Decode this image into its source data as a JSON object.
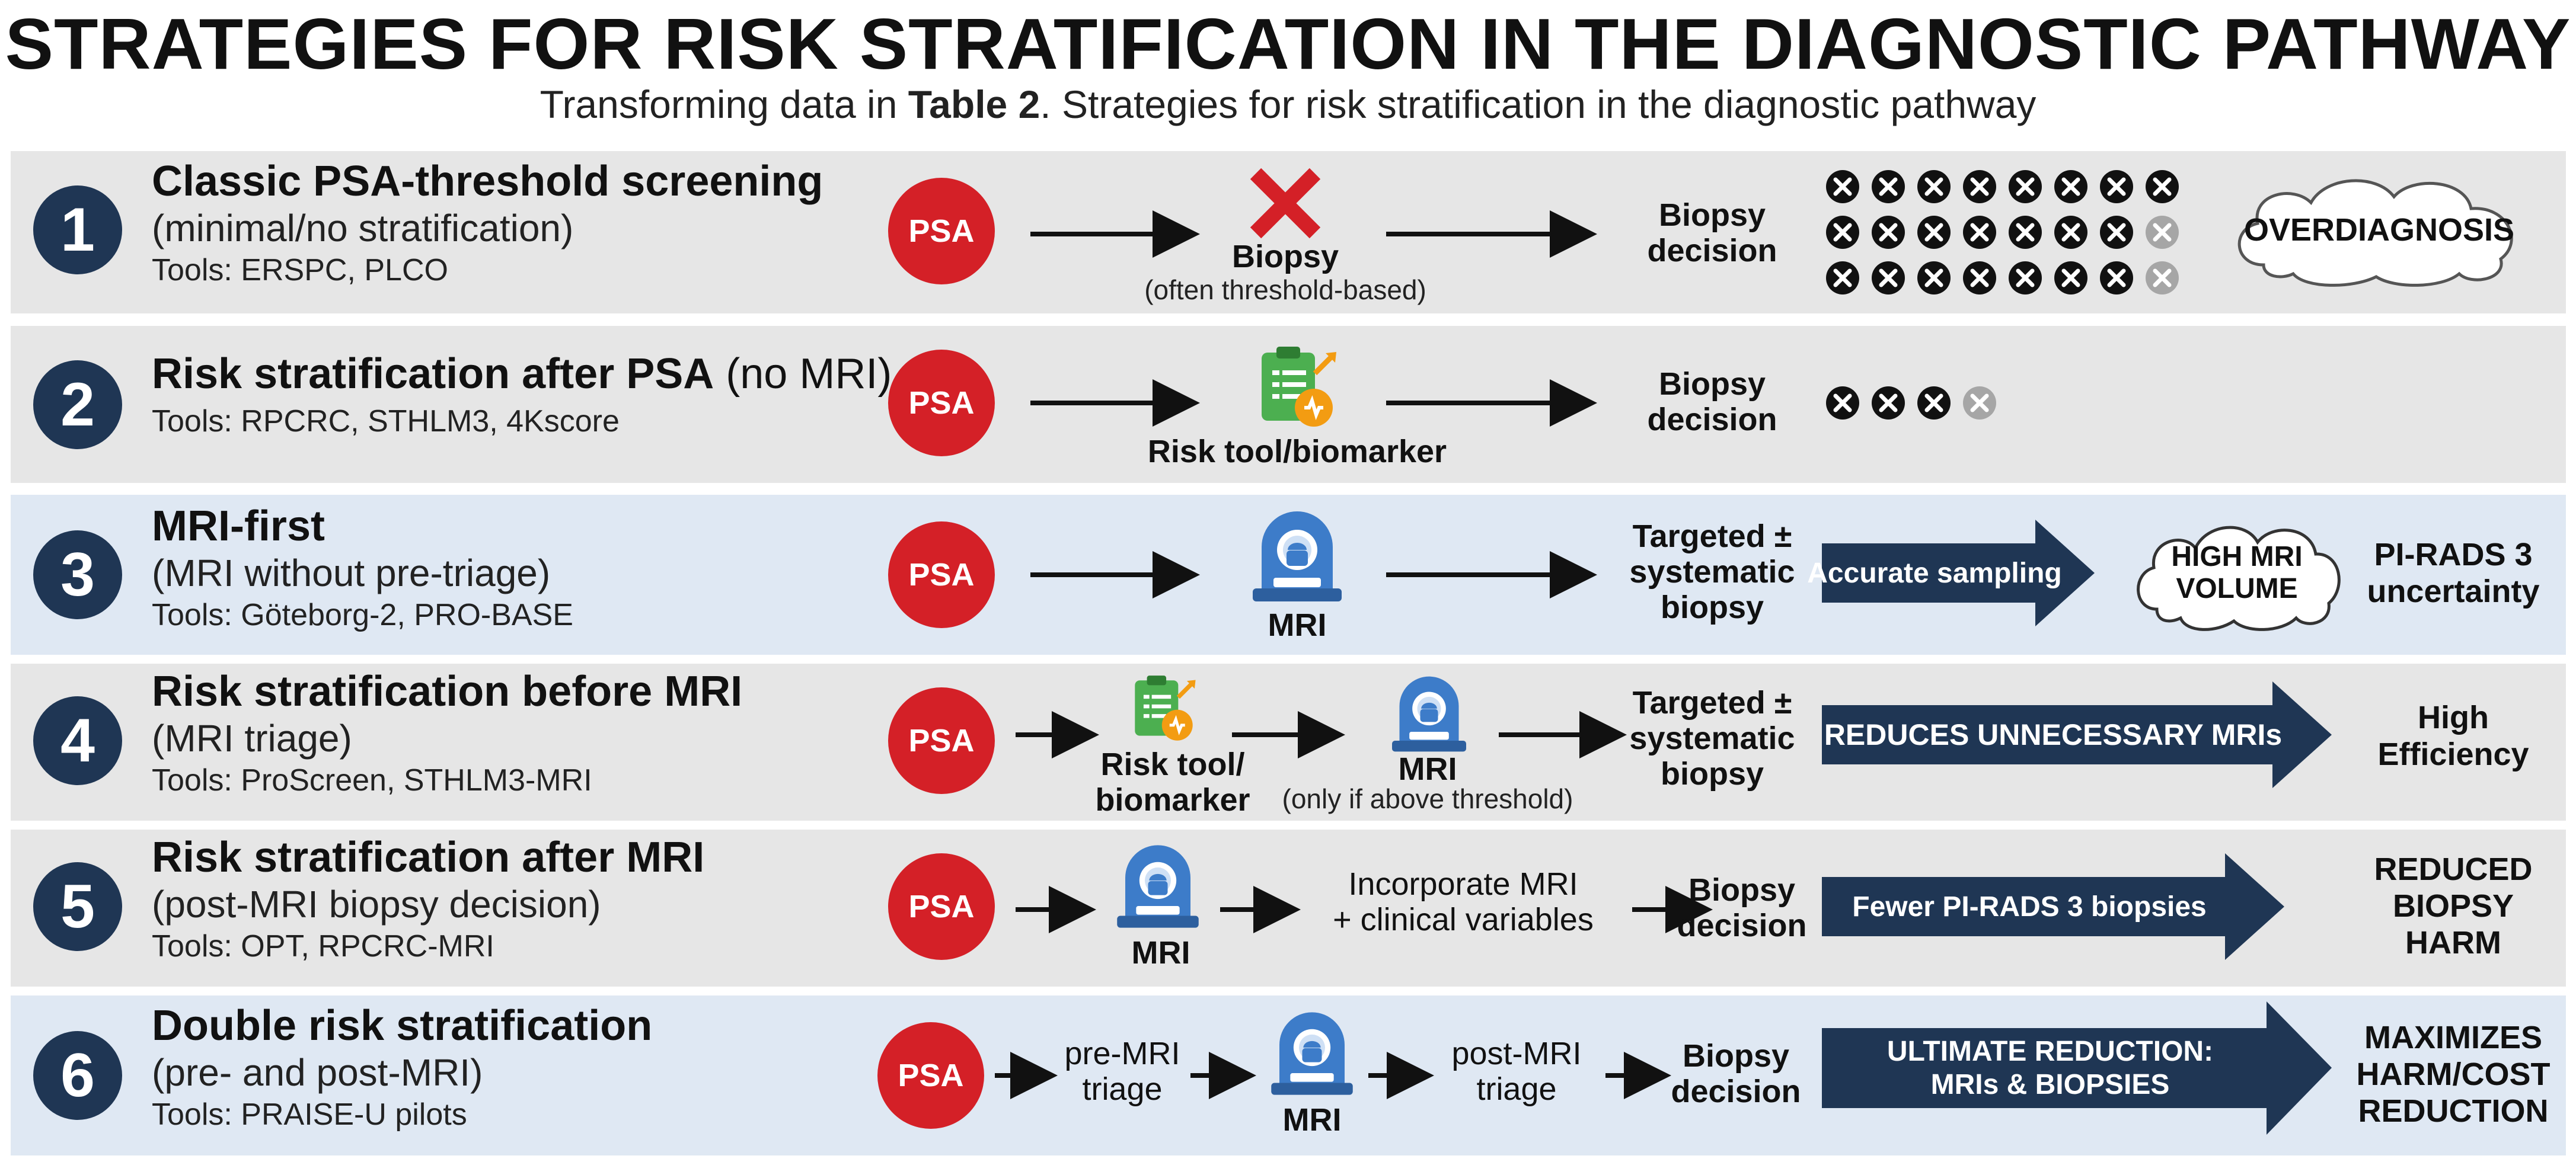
{
  "title": "STRATEGIES FOR RISK STRATIFICATION IN THE DIAGNOSTIC PATHWAY",
  "subtitle_prefix": "Transforming data in ",
  "subtitle_bold": "Table 2",
  "subtitle_suffix": ". Strategies for risk stratification in the diagnostic pathway",
  "colors": {
    "navy": "#1f3654",
    "psa_red": "#d42027",
    "row_gray": "#e6e6e6",
    "row_blue": "#dfe8f3",
    "mri_blue": "#3d7cc9",
    "tool_green": "#4caf50",
    "tool_orange": "#f39c12"
  },
  "psa_label": "PSA",
  "rows": [
    {
      "number": "1",
      "title": "Classic PSA-threshold screening",
      "subtitle": "(minimal/no stratification)",
      "tools": "Tools: ERSPC, PLCO",
      "step_label": "Biopsy",
      "step_sub": "(often threshold-based)",
      "decision": [
        "Biopsy",
        "decision"
      ],
      "outcome": "OVERDIAGNOSIS",
      "icon": "red-x-icon",
      "biopsy_marks": {
        "dark": 22,
        "light": 2
      }
    },
    {
      "number": "2",
      "title": "Risk stratification after PSA",
      "title_suffix": " (no MRI)",
      "tools": "Tools: RPCRC, STHLM3, 4Kscore",
      "step_label": "Risk tool/biomarker",
      "decision": [
        "Biopsy",
        "decision"
      ],
      "icon": "risk-tool-icon",
      "biopsy_marks": {
        "dark": 3,
        "light": 1
      }
    },
    {
      "number": "3",
      "title": "MRI-first",
      "subtitle": "(MRI without pre-triage)",
      "tools": "Tools: Göteborg-2, PRO-BASE",
      "step_label": "MRI",
      "decision": [
        "Targeted ±",
        "systematic",
        "biopsy"
      ],
      "banner": "Accurate sampling",
      "cloud": [
        "HIGH MRI",
        "VOLUME"
      ],
      "outcome": [
        "PI-RADS 3",
        "uncertainty"
      ],
      "icon": "mri-scanner-icon"
    },
    {
      "number": "4",
      "title": "Risk stratification before MRI",
      "subtitle": "(MRI triage)",
      "tools": "Tools: ProScreen, STHLM3-MRI",
      "step1_label": [
        "Risk tool/",
        "biomarker"
      ],
      "step2_label": "MRI",
      "step2_sub": "(only if above threshold)",
      "decision": [
        "Targeted ±",
        "systematic",
        "biopsy"
      ],
      "banner": "REDUCES UNNECESSARY MRIs",
      "outcome": [
        "High",
        "Efficiency"
      ]
    },
    {
      "number": "5",
      "title": "Risk stratification after MRI",
      "subtitle": "(post-MRI biopsy decision)",
      "tools": "Tools: OPT, RPCRC-MRI",
      "step1_label": "MRI",
      "step2_label": [
        "Incorporate MRI",
        "+ clinical variables"
      ],
      "decision": [
        "Biopsy",
        "decision"
      ],
      "banner": "Fewer PI-RADS 3 biopsies",
      "outcome": [
        "REDUCED",
        "BIOPSY",
        "HARM"
      ]
    },
    {
      "number": "6",
      "title": "Double risk stratification",
      "subtitle": "(pre- and post-MRI)",
      "tools": "Tools: PRAISE-U pilots",
      "step1_label": [
        "pre-MRI",
        "triage"
      ],
      "step2_label": "MRI",
      "step3_label": [
        "post-MRI",
        "triage"
      ],
      "decision": [
        "Biopsy",
        "decision"
      ],
      "banner": [
        "ULTIMATE REDUCTION:",
        "MRIs & BIOPSIES"
      ],
      "outcome": [
        "MAXIMIZES",
        "HARM/COST",
        "REDUCTION"
      ]
    }
  ]
}
